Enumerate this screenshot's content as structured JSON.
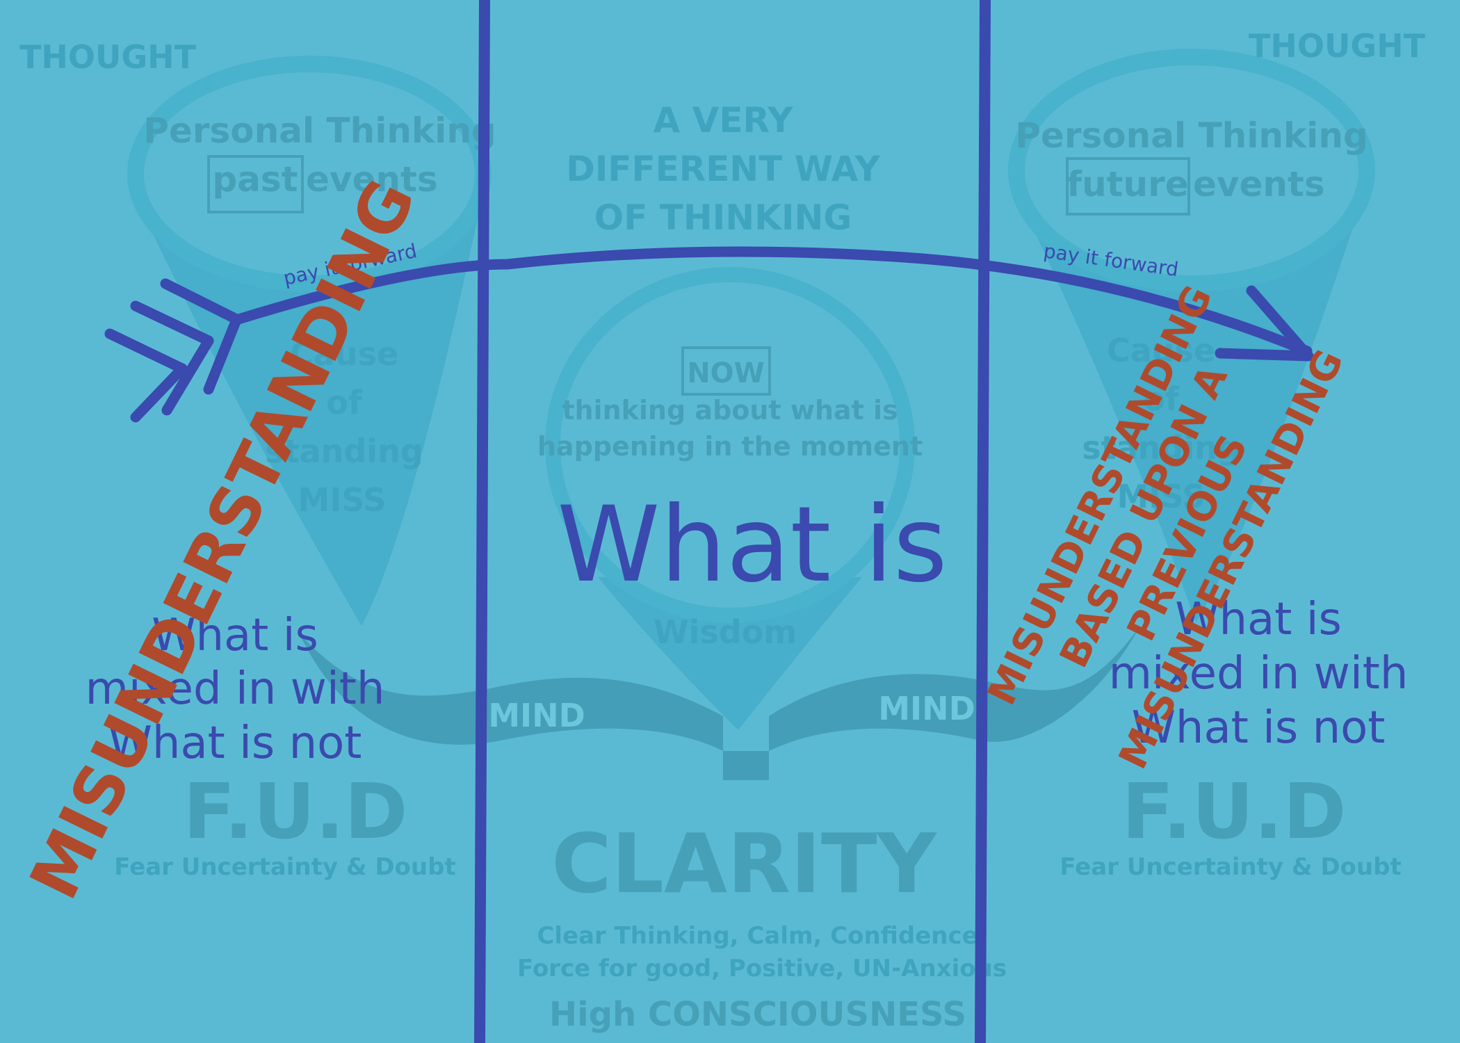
{
  "left": {
    "corner_label": "THOUGHT",
    "bubble_title": "Personal Thinking",
    "bubble_boxed": "past",
    "bubble_suffix": "events",
    "cone_lines": [
      "Cause",
      "of",
      "standing",
      "MISS"
    ],
    "arrow_caption": "pay it forward",
    "mixed_lines": [
      "What is",
      "mixed in with",
      "What is not"
    ],
    "fud": "F.U.D",
    "fud_caption": "Fear Uncertainty & Doubt",
    "overlay": "MISUNDERSTANDING",
    "mind": "MIND"
  },
  "center": {
    "heading_lines": [
      "A VERY",
      "DIFFERENT WAY",
      "OF THINKING"
    ],
    "boxed": "NOW",
    "bubble_lines": [
      "thinking about what is",
      "happening in the moment"
    ],
    "headline": "What is",
    "wisdom": "Wisdom",
    "clarity": "CLARITY",
    "clarity_lines": [
      "Clear Thinking, Calm, Confidence,",
      "Force for good, Positive, UN-Anxious"
    ],
    "consciousness": "High CONSCIOUSNESS"
  },
  "right": {
    "corner_label": "THOUGHT",
    "bubble_title": "Personal Thinking",
    "bubble_boxed": "future",
    "bubble_suffix": "events",
    "cone_lines": [
      "Cause",
      "of",
      "standing",
      "MISS"
    ],
    "arrow_caption": "pay it forward",
    "mixed_lines": [
      "What is",
      "mixed in with",
      "What is not"
    ],
    "fud": "F.U.D",
    "fud_caption": "Fear Uncertainty & Doubt",
    "overlay_lines": [
      "MISUNDERSTANDING",
      "BASED UPON A",
      "PREVIOUS",
      "MISUNDERSTANDING"
    ],
    "mind": "MIND"
  },
  "colors": {
    "background": "#5bbad3",
    "ink_blue": "#3a4aae",
    "overlay_red": "#b04a2c",
    "faint_text": "#3fa4bf",
    "shape_light": "#49b2cd",
    "shape_dark": "#459eb7"
  }
}
